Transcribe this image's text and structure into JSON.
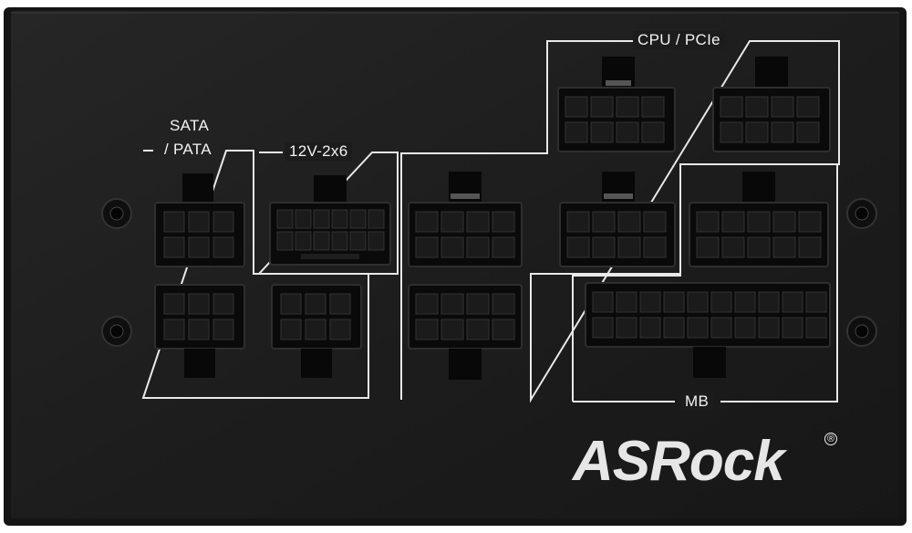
{
  "labels": {
    "sata_line1": "SATA",
    "sata_line2": "/ PATA",
    "cable12v": "12V-2x6",
    "cpu_pcie": "CPU / PCIe",
    "mb": "MB"
  },
  "brand": {
    "logo_text": "ASRock",
    "registered_mark": "®"
  },
  "colors": {
    "panel": "#1c1c1c",
    "socket": "#0b0b0b",
    "outline": "#e8e8e8",
    "logo": "#e6e6e6"
  }
}
